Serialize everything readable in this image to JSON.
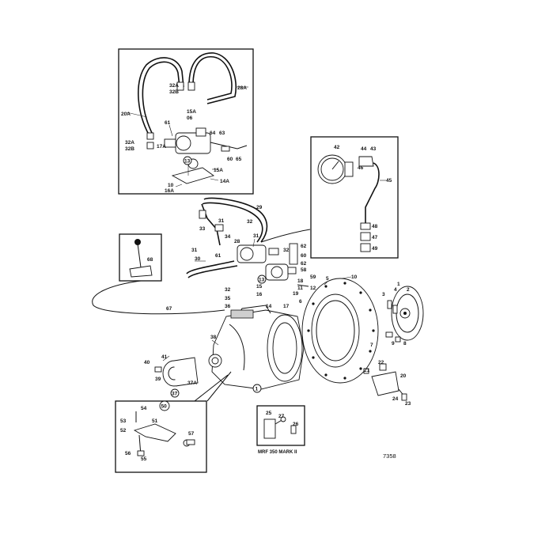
{
  "figure_number": "7358",
  "sub_caption": "MRF 350 MARK II",
  "labels": {
    "l20A": "20A",
    "l28A": "28A",
    "l32A_1": "32A",
    "l32B_1": "32B",
    "l15A_1": "15A",
    "l06": "06",
    "l61_t": "61",
    "l64": "64",
    "l63": "63",
    "l17A": "17A",
    "l32A_2": "32A",
    "l32B_2": "32B",
    "l13_t": "13",
    "l60_t": "60",
    "l65": "65",
    "l15A_2": "15A",
    "l10": "10",
    "l16A": "16A",
    "l14A": "14A",
    "l42": "42",
    "l44": "44",
    "l43": "43",
    "l46": "46",
    "l45": "45",
    "l48": "48",
    "l47": "47",
    "l49": "49",
    "l29": "29",
    "l31_a": "31",
    "l33": "33",
    "l34": "34",
    "l32_a": "32",
    "l28": "28",
    "l31_b": "31",
    "l62_a": "62",
    "l60_b": "60",
    "l62_b": "62",
    "l58": "58",
    "l59": "59",
    "l31_c": "31",
    "l30": "30",
    "l61_b": "61",
    "l32_b": "32",
    "l13_b": "13",
    "l18": "18",
    "l11": "11",
    "l19": "19",
    "l12": "12",
    "l35": "35",
    "l36": "36",
    "l15": "15",
    "l16": "16",
    "l14": "14",
    "l17": "17",
    "l68": "68",
    "l67": "67",
    "l10_b": "10",
    "l5": "5",
    "l3": "3",
    "l4": "4",
    "l1_r": "1",
    "l2": "2",
    "l6": "6",
    "l7": "7",
    "l8": "8",
    "l9": "9",
    "l38": "38",
    "l41": "41",
    "l40": "40",
    "l39": "39",
    "l37": "37",
    "l37A": "37A",
    "l1": "1",
    "l22": "22",
    "l21": "21",
    "l20": "20",
    "l24": "24",
    "l23": "23",
    "l50": "50",
    "l54": "54",
    "l53": "53",
    "l51": "51",
    "l52": "52",
    "l57": "57",
    "l56": "56",
    "l55": "55",
    "l25": "25",
    "l27": "27",
    "l26": "26"
  }
}
